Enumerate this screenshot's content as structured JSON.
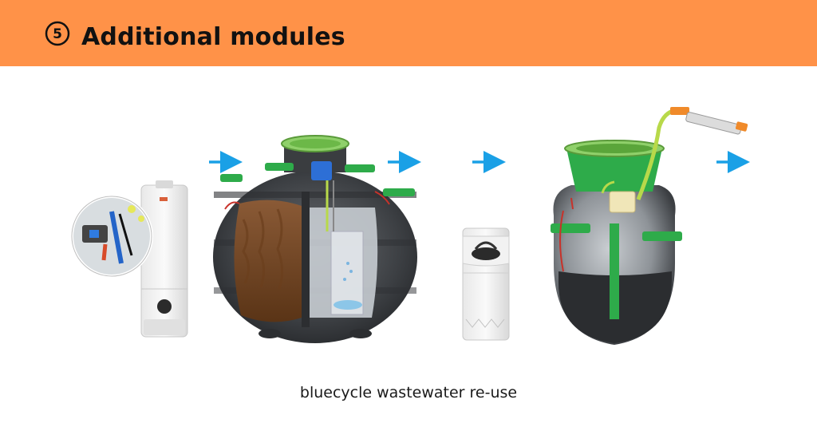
{
  "header": {
    "step_number": "5",
    "title": "Additional modules"
  },
  "caption": "bluecycle wastewater re-use",
  "colors": {
    "header_bg": "#ff9248",
    "arrow": "#1aa0e6",
    "tank_dark": "#3a3d40",
    "tank_green": "#2eab4a",
    "lid_green": "#8fd06a"
  }
}
